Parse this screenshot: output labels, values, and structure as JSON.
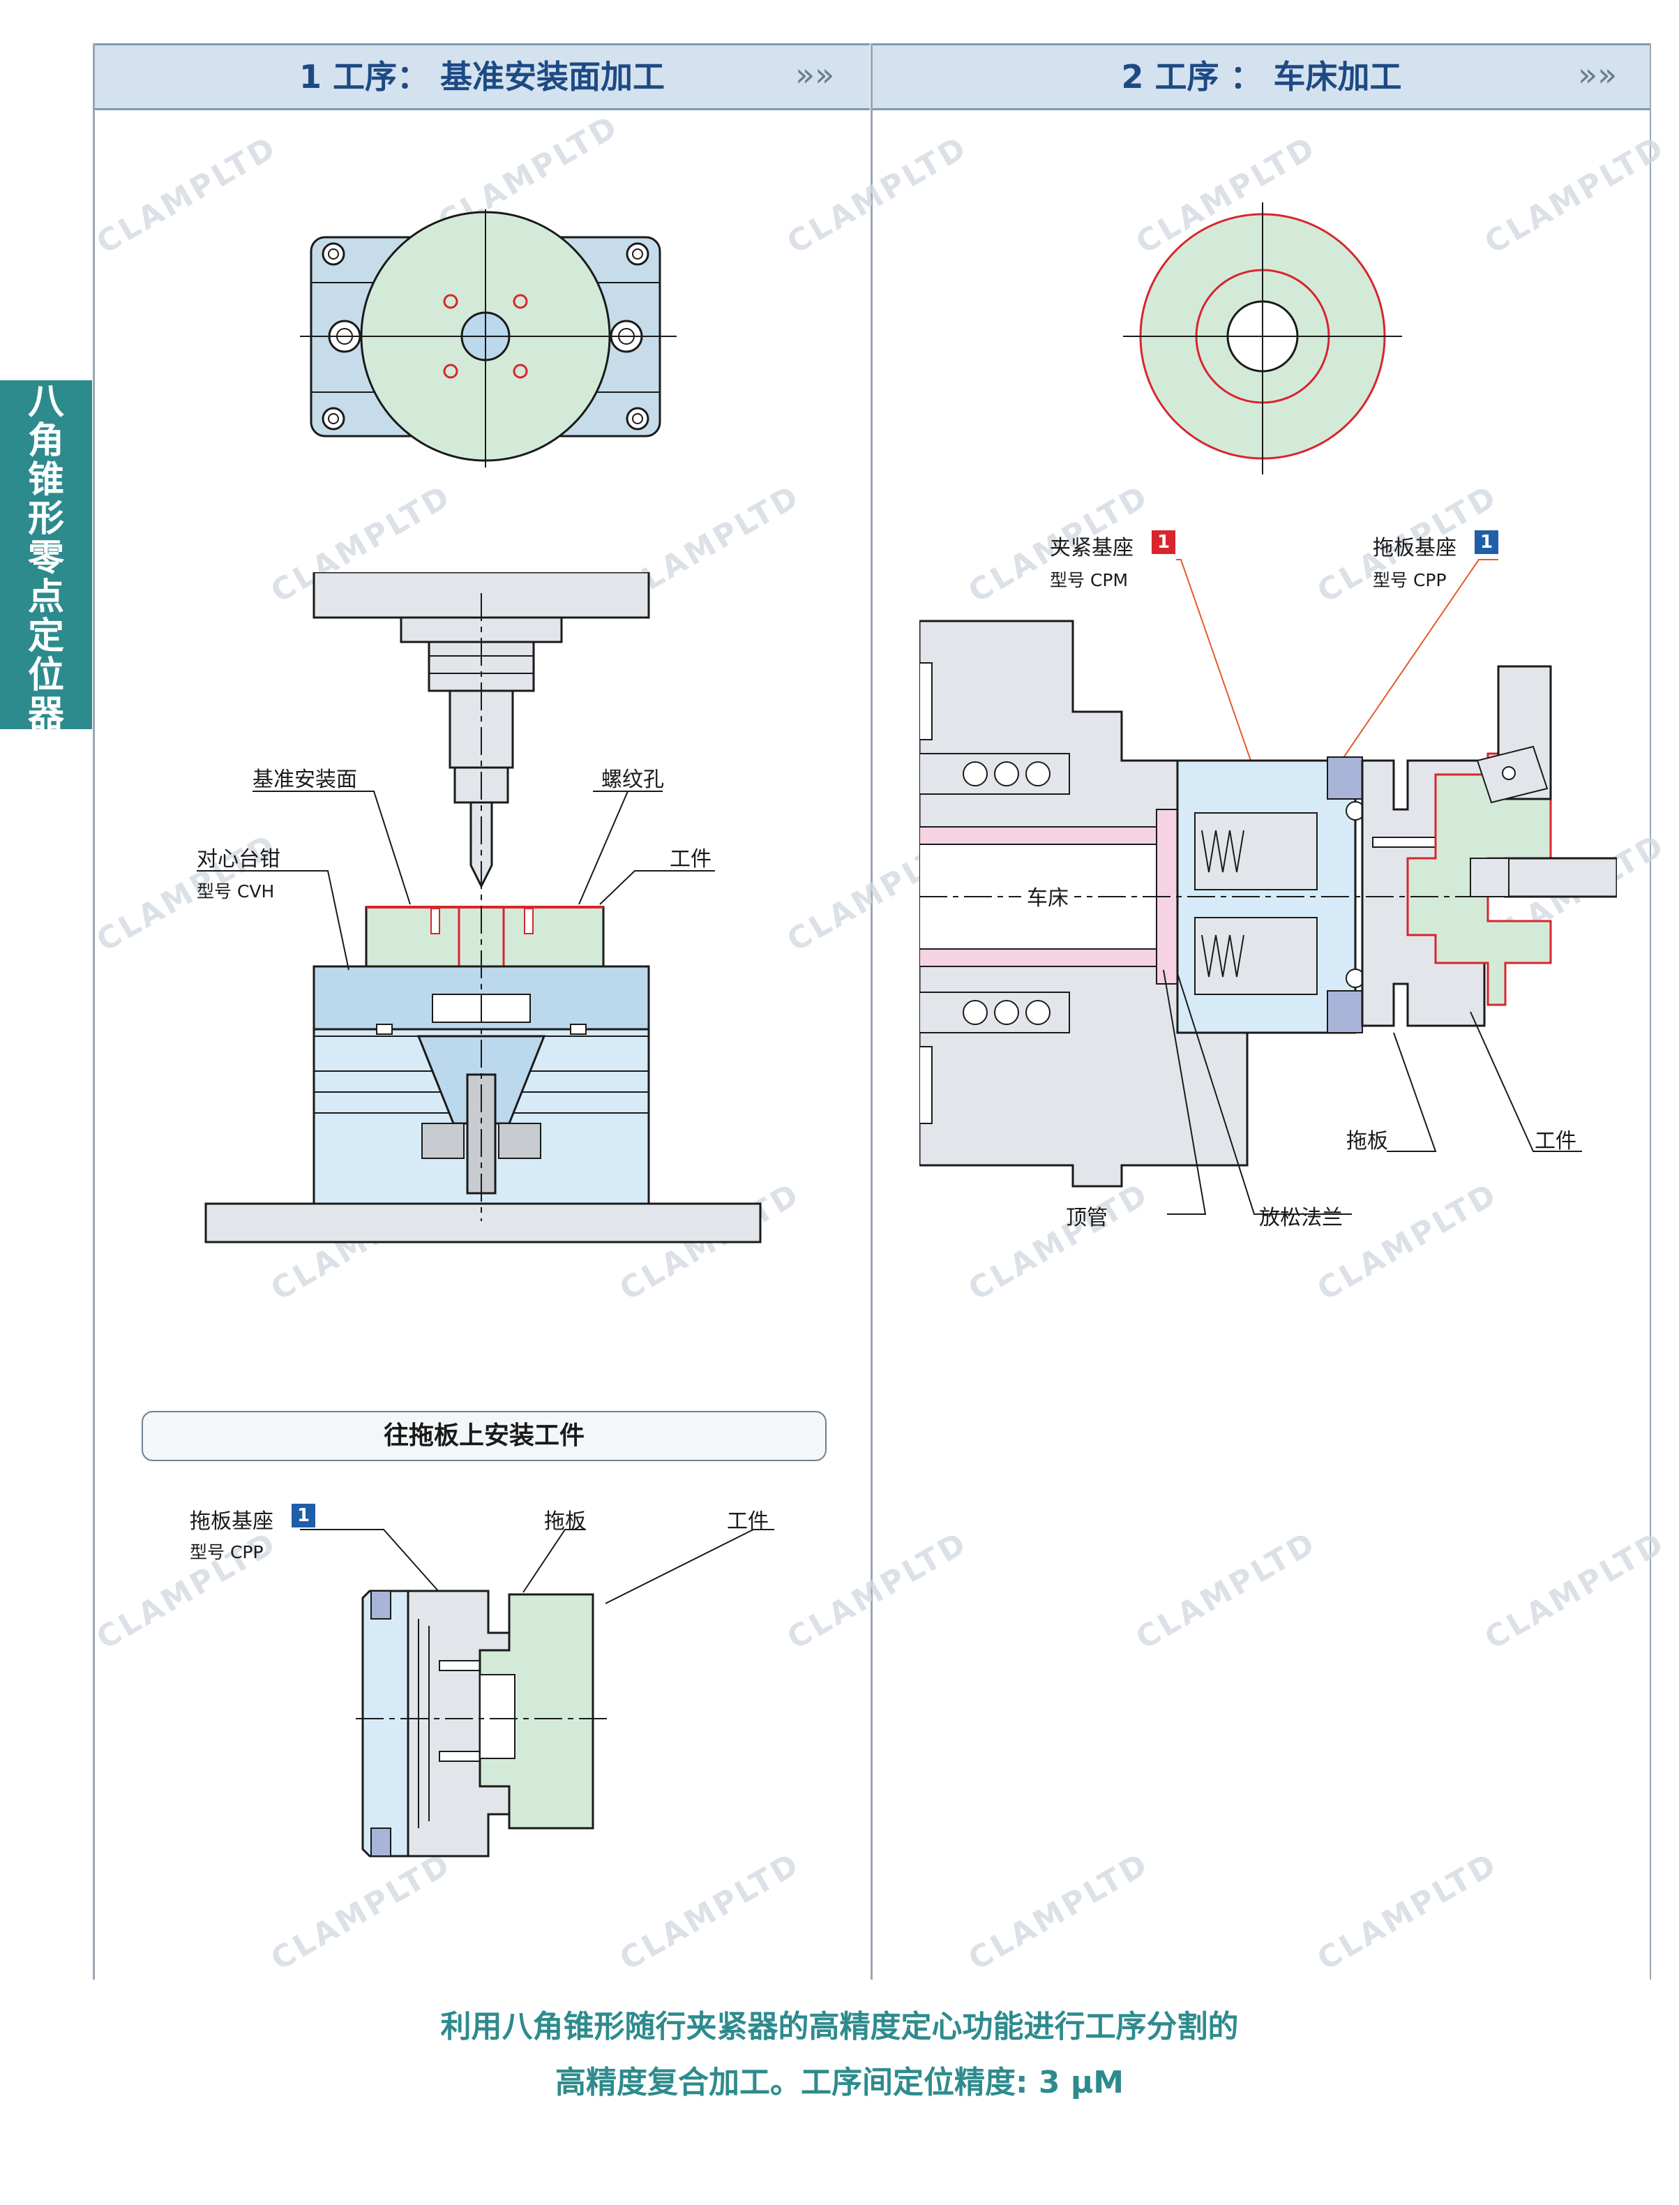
{
  "sidebar": {
    "title": "八角锥形零点定位器"
  },
  "headers": {
    "left": {
      "title": "1 工序： 基准安装面加工",
      "chevron": "»»"
    },
    "right": {
      "title": "2 工序 ： 车床加工",
      "chevron": "»»"
    }
  },
  "left_diagram": {
    "label_base_face": "基准安装面",
    "label_thread_hole": "螺纹孔",
    "label_vise": "对心台钳",
    "label_vise_model": "型号 CVH",
    "label_workpiece": "工件"
  },
  "mount_section": {
    "title": "往拖板上安装工件",
    "label_pallet_seat": "拖板基座",
    "badge_pallet": "1",
    "label_pallet_model": "型号 CPP",
    "label_pallet": "拖板",
    "label_workpiece": "工件"
  },
  "right_diagram": {
    "label_clamp_seat": "夹紧基座",
    "badge_clamp": "1",
    "label_clamp_model": "型号 CPM",
    "label_pallet_seat": "拖板基座",
    "badge_pallet": "1",
    "label_pallet_model": "型号 CPP",
    "label_lathe": "车床",
    "label_pallet": "拖板",
    "label_workpiece": "工件",
    "label_push_tube": "顶管",
    "label_release_flange": "放松法兰"
  },
  "caption": {
    "line1": "利用八角锥形随行夹紧器的高精度定心功能进行工序分割的",
    "line2": "高精度复合加工。工序间定位精度: 3 μM"
  },
  "watermark": "CLAMPLTD",
  "colors": {
    "accent": "#2e8b8d",
    "header_bg": "#d3e2ee",
    "header_text": "#1d4a84",
    "badge_red": "#d7262d",
    "badge_blue": "#1f5ea8"
  }
}
